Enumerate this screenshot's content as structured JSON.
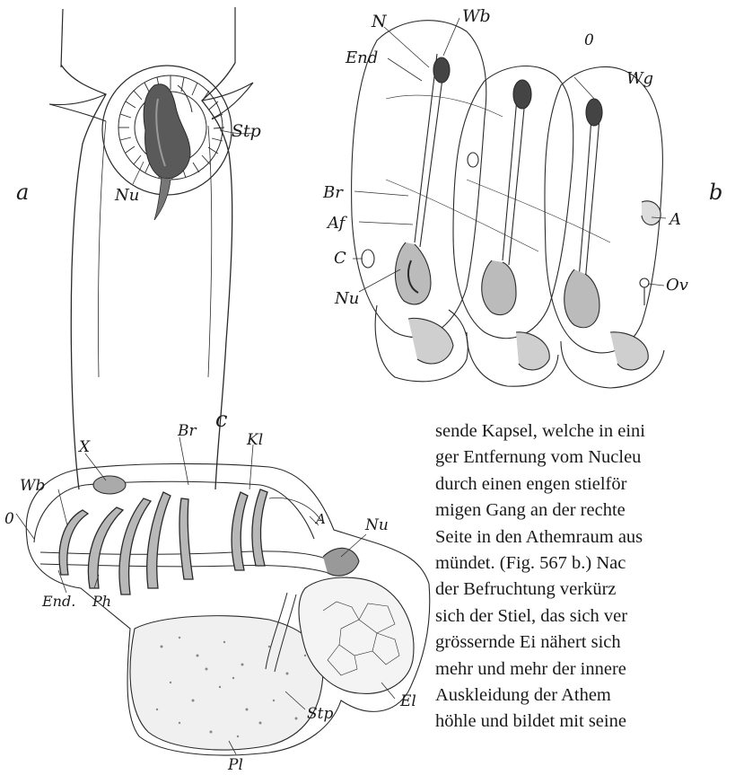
{
  "figures": {
    "a": {
      "letter": "a",
      "labels": {
        "stp": "Stp",
        "nu": "Nu"
      }
    },
    "b": {
      "letter": "b",
      "labels": {
        "n": "N",
        "wb": "Wb",
        "zero": "0",
        "end": "End",
        "wg": "Wg",
        "br": "Br",
        "af": "Af",
        "a": "A",
        "c": "C",
        "nu": "Nu",
        "ov": "Ov"
      }
    },
    "c": {
      "letter": "c",
      "labels": {
        "x": "X",
        "br": "Br",
        "kl": "Kl",
        "wb": "Wb",
        "a": "A",
        "zero": "0",
        "nu": "Nu",
        "end": "End.",
        "ph": "Ph",
        "el": "El",
        "stp": "Stp",
        "pl": "Pl"
      }
    }
  },
  "text_lines": [
    "sende Kapsel, welche in eini",
    "ger Entfernung vom Nucleu",
    "durch einen engen stielför",
    "migen Gang an der rechte",
    "Seite in den Athemraum aus",
    "mündet. (Fig. 567 b.) Nac",
    "der Befruchtung verkürz",
    "sich der Stiel, das sich ver",
    "grössernde Ei nähert sich",
    "mehr und mehr der innere",
    "Auskleidung der Athem",
    "höhle und bildet mit seine"
  ]
}
